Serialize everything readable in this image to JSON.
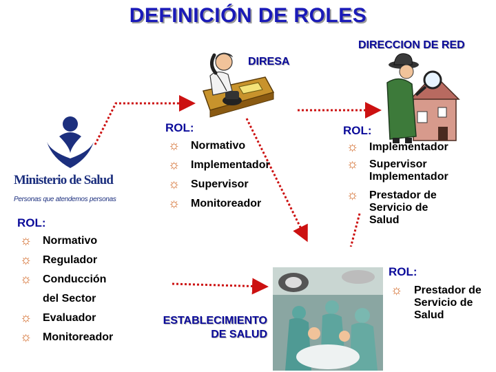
{
  "title": "DEFINICIÓN  DE  ROLES",
  "direccion_de_red": {
    "label": "DIRECCION DE RED",
    "rol_label": "ROL:",
    "items": [
      "Implementador",
      "Supervisor Implementador",
      "Prestador de Servicio de Salud"
    ]
  },
  "diresa": {
    "label": "DIRESA",
    "rol_label": "ROL:",
    "items": [
      "Normativo",
      "Implementador",
      "Supervisor",
      "Monitoreador"
    ]
  },
  "ministerio": {
    "logo_name": "Ministerio de Salud",
    "logo_tagline": "Personas que atendemos personas",
    "rol_label": "ROL:",
    "items": [
      "Normativo",
      "Regulador",
      "Conducción",
      "del Sector",
      "Evaluador",
      "Monitoreador"
    ]
  },
  "establecimiento": {
    "label_line1": "ESTABLECIMIENTO",
    "label_line2": "DE SALUD",
    "rol_label": "ROL:",
    "items": [
      "Prestador de Servicio de Salud"
    ]
  },
  "colors": {
    "title": "#1a1ab8",
    "label": "#0b0b9a",
    "bullet": "#cf5e18",
    "arrow": "#cc1111"
  },
  "icons": [
    "phone-operator-clipart",
    "detective-clipart",
    "ministerio-logo",
    "surgery-photo",
    "star-bullet-icon"
  ]
}
